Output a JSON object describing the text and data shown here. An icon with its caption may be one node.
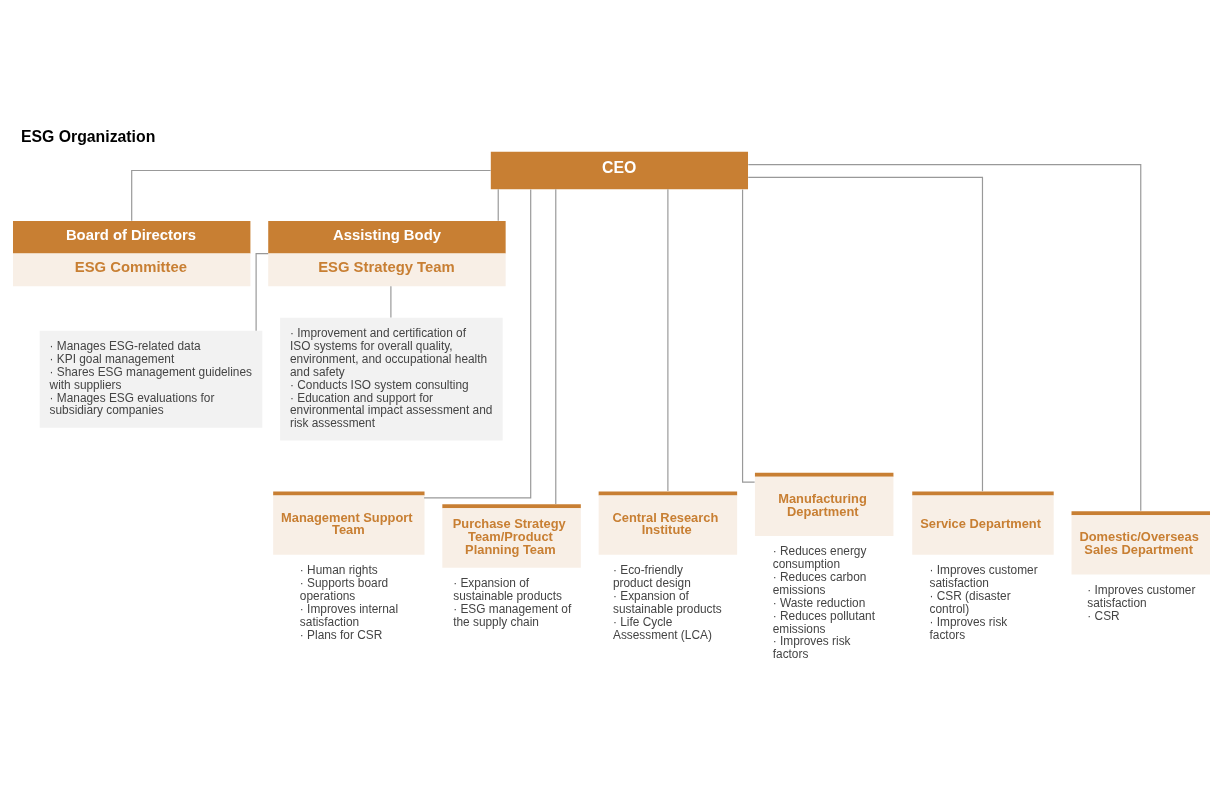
{
  "diagram": {
    "title": "ESG Organization",
    "nodes": [
      {
        "text": [
          "CEO"
        ]
      },
      {
        "text": [
          "Board of Directors",
          "ESG Committee"
        ]
      },
      {
        "text": [
          "Assisting Body",
          "ESG Strategy Team"
        ]
      },
      {
        "text": [
          "· Manages ESG-related data",
          "· KPI goal management",
          "· Shares ESG management guidelines with suppliers",
          "· Manages ESG evaluations for subsidiary companies"
        ]
      },
      {
        "text": [
          "· Improvement and certification of ISO systems for overall quality, environment, and occupational health and safety",
          "· Conducts ISO system consulting",
          "· Education and support for environmental impact assessment and risk assessment"
        ]
      },
      {
        "text": [
          "Management Support Team"
        ],
        "beside": [
          "· Human rights",
          "· Supports board operations",
          "· Improves internal satisfaction",
          "· Plans for CSR"
        ]
      },
      {
        "text": [
          "Purchase Strategy Team/Product Planning Team"
        ],
        "beside": [
          "· Expansion of sustainable products",
          "· ESG management of the supply chain"
        ]
      },
      {
        "text": [
          "Central Research Institute"
        ],
        "beside": [
          "· Eco-friendly product design",
          "· Expansion of sustainable products",
          "· Life Cycle Assessment (LCA)"
        ]
      },
      {
        "text": [
          "Manufacturing Department"
        ],
        "beside": [
          "· Reduces energy consumption",
          "· Reduces carbon emissions",
          "· Waste reduction",
          "· Reduces pollutant emissions",
          "· Improves risk factors"
        ]
      },
      {
        "text": [
          "Service Department"
        ],
        "beside": [
          "· Improves customer satisfaction",
          "· CSR (disaster control)",
          "· Improves risk factors"
        ]
      },
      {
        "text": [
          "Domestic/Overseas Sales Department"
        ],
        "beside": [
          "· Improves customer satisfaction",
          "· CSR"
        ]
      }
    ],
    "edges": [
      {
        "from": 0,
        "to": 1,
        "arrow": "none"
      },
      {
        "from": 0,
        "to": 2,
        "arrow": "none"
      },
      {
        "from": 2,
        "to": 3,
        "arrow": "none"
      },
      {
        "from": 2,
        "to": 4,
        "arrow": "none"
      },
      {
        "from": 0,
        "to": 5,
        "arrow": "none"
      },
      {
        "from": 0,
        "to": 6,
        "arrow": "none"
      },
      {
        "from": 0,
        "to": 7,
        "arrow": "none"
      },
      {
        "from": 0,
        "to": 8,
        "arrow": "none"
      },
      {
        "from": 0,
        "to": 9,
        "arrow": "none"
      },
      {
        "from": 0,
        "to": 10,
        "arrow": "none"
      }
    ]
  }
}
